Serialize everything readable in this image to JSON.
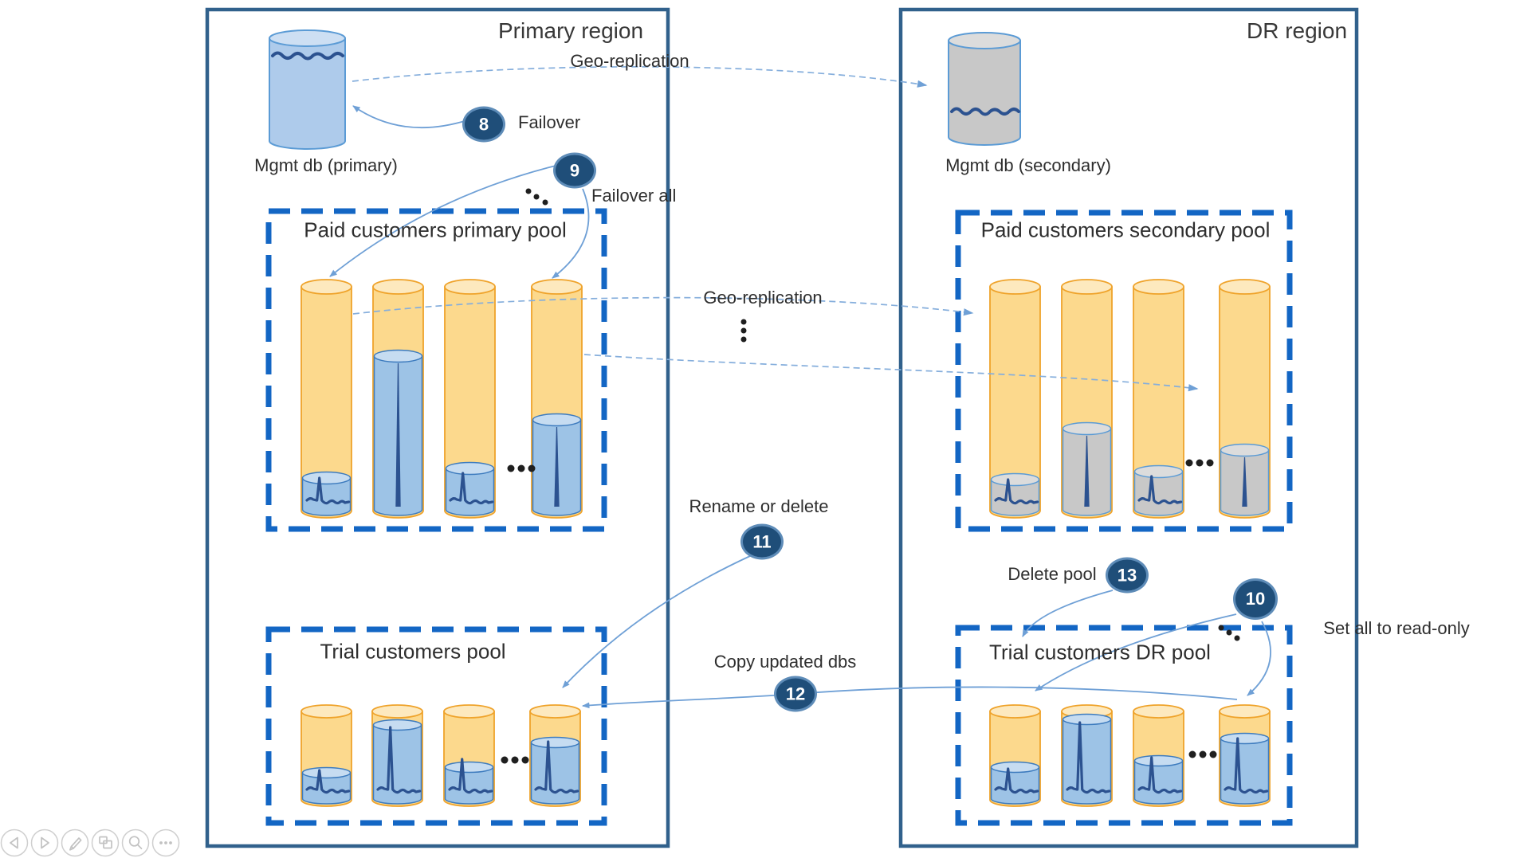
{
  "slide": {
    "regions": {
      "primary": {
        "title": "Primary region"
      },
      "dr": {
        "title": "DR region"
      }
    },
    "databases": {
      "mgmt_primary": "Mgmt db (primary)",
      "mgmt_secondary": "Mgmt db (secondary)"
    },
    "pools": {
      "paid_primary": "Paid customers primary pool",
      "paid_secondary": "Paid customers secondary pool",
      "trial_primary": "Trial customers pool",
      "trial_dr": "Trial customers DR pool"
    },
    "geo_replication_db_label": "Geo-replication",
    "geo_replication_pool_label": "Geo-replication",
    "steps": [
      {
        "num": "8",
        "label": "Failover"
      },
      {
        "num": "9",
        "label": "Failover all"
      },
      {
        "num": "10",
        "label": "Set all to read-only"
      },
      {
        "num": "11",
        "label": "Rename or delete"
      },
      {
        "num": "12",
        "label": "Copy updated dbs"
      },
      {
        "num": "13",
        "label": "Delete pool"
      }
    ]
  },
  "colors": {
    "pool_border": "#1366C4",
    "region_border": "#31618C",
    "badge_fill": "#1F4E79",
    "db_orange": "#FCD98D",
    "db_blue": "#9DC3E6",
    "db_gray": "#C8C8C8",
    "arrow_blue": "#6FA0D6",
    "ink_navy": "#2C5290"
  },
  "toolbar": {
    "icons": [
      "previous-slide",
      "next-slide",
      "pen",
      "see-all-slides",
      "zoom",
      "more-options"
    ]
  }
}
